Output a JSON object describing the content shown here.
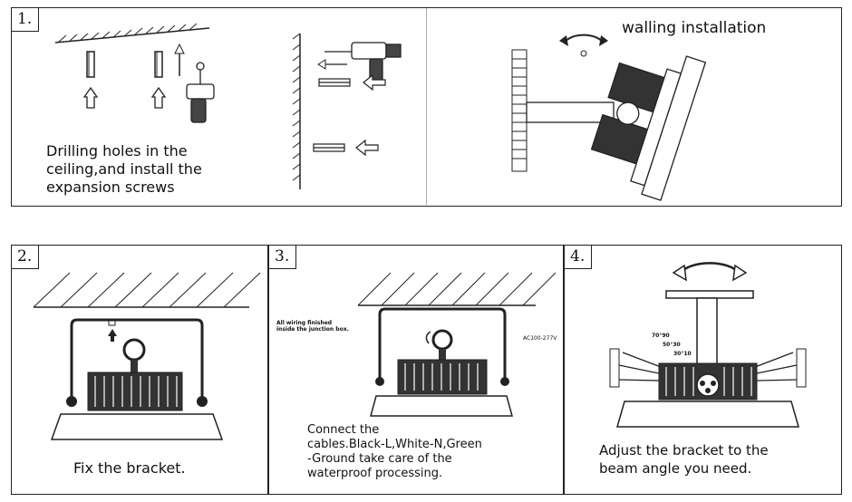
{
  "panel1": {
    "number": "1.",
    "caption_drill": "Drilling holes in the\nceiling,and install the\nexpansion screws",
    "caption_wall": "walling installation"
  },
  "panel2": {
    "number": "2.",
    "caption": "Fix the bracket."
  },
  "panel3": {
    "number": "3.",
    "note": "All wiring finished\ninside the junction box.",
    "label_voltage": "AC100-277V",
    "caption": "Connect the\ncables.Black-L,White-N,Green\n-Ground take care of the\nwaterproof processing."
  },
  "panel4": {
    "number": "4.",
    "angles": [
      "70°90",
      "50°30",
      "30°10"
    ],
    "caption": "Adjust the bracket to the\nbeam angle you need."
  }
}
